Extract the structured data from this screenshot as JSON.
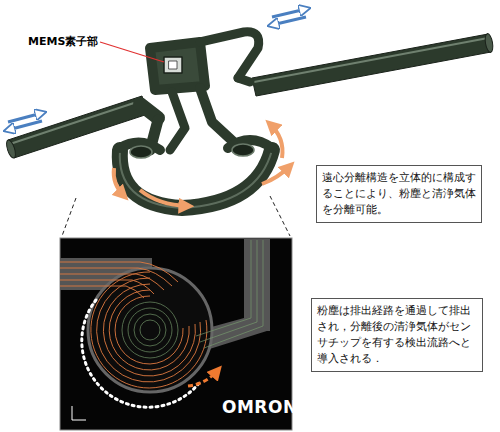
{
  "diagram": {
    "nodes": [
      {
        "text": [
          "遠心分離構造を立体的に構成することにより、粉塵と清浄気体を分離可能。"
        ]
      },
      {
        "text": [
          "粉塵は排出経路を通過して排出され，分離後の清浄気体がセンサチップを有する検出流路へと導入される．"
        ]
      }
    ],
    "labels": [
      "MEMS素子部",
      "OMRON"
    ]
  }
}
